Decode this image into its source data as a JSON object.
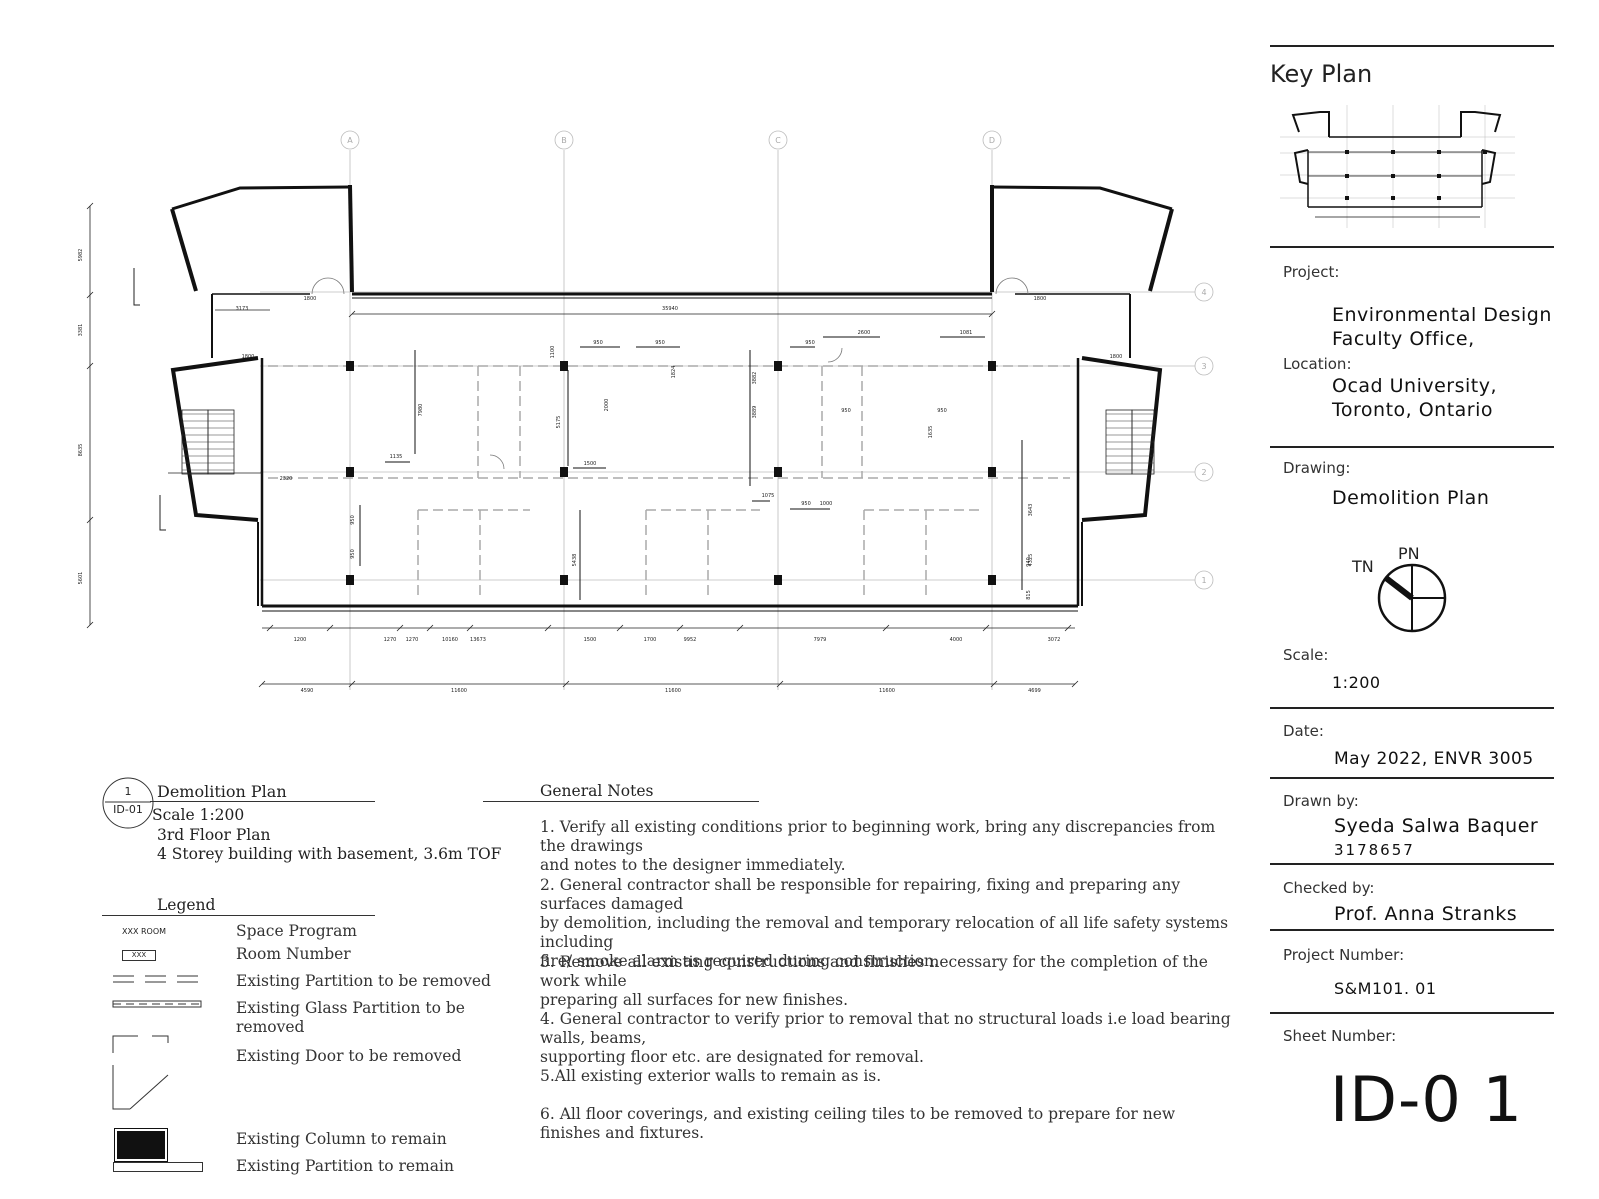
{
  "title_block": {
    "key_plan_label": "Key Plan",
    "project_label": "Project:",
    "project_value_1": "Environmental Design",
    "project_value_2": "Faculty Office,",
    "location_label": "Location:",
    "location_value_1": "Ocad University,",
    "location_value_2": "Toronto, Ontario",
    "drawing_label": "Drawing:",
    "drawing_value": "Demolition Plan",
    "north_tn": "TN",
    "north_pn": "PN",
    "scale_label": "Scale:",
    "scale_value": "1:200",
    "date_label": "Date:",
    "date_value": "May 2022, ENVR 3005",
    "drawn_by_label": "Drawn by:",
    "drawn_by_name": "Syeda Salwa Baquer",
    "drawn_by_id": "3178657",
    "checked_by_label": "Checked by:",
    "checked_by_value": "Prof. Anna Stranks",
    "project_number_label": "Project Number:",
    "project_number_value": "S&M101. 01",
    "sheet_number_label": "Sheet Number:",
    "sheet_number_value": "ID-0 1"
  },
  "drawing_title": {
    "tag_number": "1",
    "tag_sheet": "ID-01",
    "name": "Demolition Plan",
    "scale": "Scale 1:200",
    "floor": "3rd Floor Plan",
    "building": "4 Storey building with basement, 3.6m TOF"
  },
  "legend": {
    "heading": "Legend",
    "sample_room": "XXX ROOM",
    "sample_number": "XXX",
    "items": [
      "Space Program",
      "Room Number",
      "Existing Partition to be removed",
      "Existing Glass Partition to be",
      "removed",
      "Existing Door to be removed",
      "Existing Column to remain",
      "Existing Partition to remain"
    ]
  },
  "general_notes": {
    "heading": "General Notes",
    "notes": [
      [
        "1. Verify all existing conditions prior to beginning work, bring any discrepancies from the drawings",
        "and notes to the designer immediately."
      ],
      [
        "2. General contractor shall be responsible for repairing, fixing and preparing any surfaces damaged",
        "by demolition, including the removal and temporary relocation of all life safety systems including",
        "fire/ smoke alarm as required during construction."
      ],
      [
        "3. Remove all existing constructions and finishes necessary for the completion of the work while",
        "preparing all surfaces for new finishes."
      ],
      [
        "4. General contractor to verify prior to removal that no structural loads i.e load bearing walls, beams,",
        "supporting floor etc. are designated for removal."
      ],
      [
        "5.All existing exterior walls to remain as is."
      ],
      [
        "6. All floor coverings, and existing ceiling tiles to be removed to prepare for new finishes and fixtures."
      ]
    ]
  },
  "plan": {
    "grid_letters": [
      "A",
      "B",
      "C",
      "D"
    ],
    "grid_numbers": [
      "4",
      "3",
      "2",
      "1"
    ],
    "dims_bottom_overall": [
      "4590",
      "11600",
      "11600",
      "11600",
      "4699"
    ],
    "dims_bottom_detail": [
      "1200",
      "1270",
      "1270",
      "10160",
      "13673",
      "1500",
      "1700",
      "9952",
      "7979",
      "4000",
      "3072"
    ],
    "dims_top": [
      "3173",
      "1800",
      "35940",
      "1800",
      "1800",
      "1800"
    ],
    "dims_left": [
      "5982",
      "3381",
      "8635",
      "5601"
    ],
    "dims_interior": [
      "950",
      "950",
      "950",
      "2600",
      "1081",
      "1100",
      "7980",
      "5175",
      "2000",
      "1824",
      "3882",
      "3889",
      "950",
      "950",
      "1635",
      "1135",
      "1500",
      "1075",
      "950",
      "1000",
      "2320",
      "5438",
      "3643",
      "4325",
      "940",
      "815",
      "950",
      "950"
    ]
  }
}
